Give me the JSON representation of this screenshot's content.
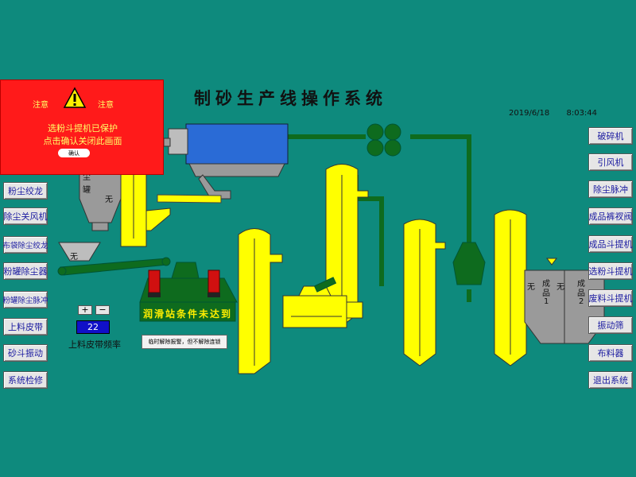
{
  "title": "制砂生产线操作系统",
  "date": "2019/6/18",
  "time": "8:03:44",
  "alarm": {
    "note_left": "注意",
    "note_right": "注意",
    "line1": "选粉斗提机已保护",
    "line2": "点击确认关闭此画面",
    "confirm": "确认",
    "bg_color": "#ff1a1a"
  },
  "left_buttons": [
    "粉尘绞龙",
    "除尘关风机",
    "布袋除尘绞龙",
    "粉罐除尘器",
    "粉罐除尘脉冲",
    "上料皮带",
    "砂斗振动",
    "系统检修"
  ],
  "right_buttons": [
    "破碎机",
    "引风机",
    "除尘脉冲",
    "成品裤衩阀",
    "成品斗提机",
    "选粉斗提机",
    "废料斗提机",
    "振动筛",
    "布料器",
    "退出系统"
  ],
  "silo": {
    "label_a": "尘",
    "label_b": "罐",
    "status": "无"
  },
  "hopper_status": "无",
  "lube": {
    "label": "润滑站条件未达到",
    "button": "临时解除报警，但不解除连锁"
  },
  "freq": {
    "plus": "+",
    "minus": "−",
    "value": "22",
    "label": "上料皮带频率"
  },
  "product1": {
    "status": "无",
    "label_a": "成",
    "label_b": "品",
    "num": "1"
  },
  "product2": {
    "status": "无",
    "label_a": "成",
    "label_b": "品",
    "num": "2"
  },
  "colors": {
    "background": "#0e8a7d",
    "elevator": "#ffff00",
    "pipe": "#0e6b1e",
    "crusher": "#2a6bd6",
    "silo": "#9a9a9a"
  }
}
